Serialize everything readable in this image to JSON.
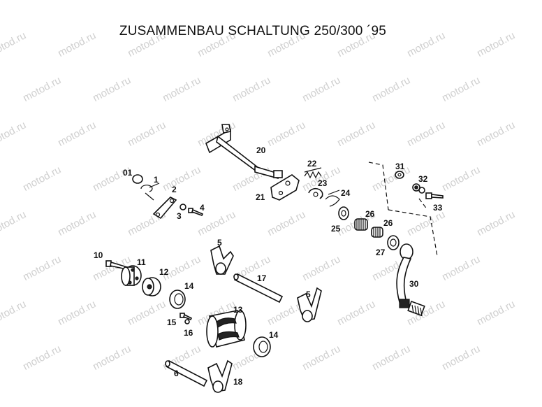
{
  "title": "ZUSAMMENBAU SCHALTUNG 250/300 ´95",
  "watermark": "motod.ru",
  "parts": {
    "p01": "01",
    "p1": "1",
    "p2": "2",
    "p3": "3",
    "p4": "4",
    "p5a": "5",
    "p5b": "5",
    "p6": "6",
    "p10": "10",
    "p11": "11",
    "p12": "12",
    "p13": "13",
    "p14a": "14",
    "p14b": "14",
    "p15": "15",
    "p16": "16",
    "p17": "17",
    "p18": "18",
    "p20": "20",
    "p21": "21",
    "p22": "22",
    "p23": "23",
    "p24": "24",
    "p25": "25",
    "p26a": "26",
    "p26b": "26",
    "p27": "27",
    "p30": "30",
    "p31": "31",
    "p32": "32",
    "p33": "33"
  }
}
